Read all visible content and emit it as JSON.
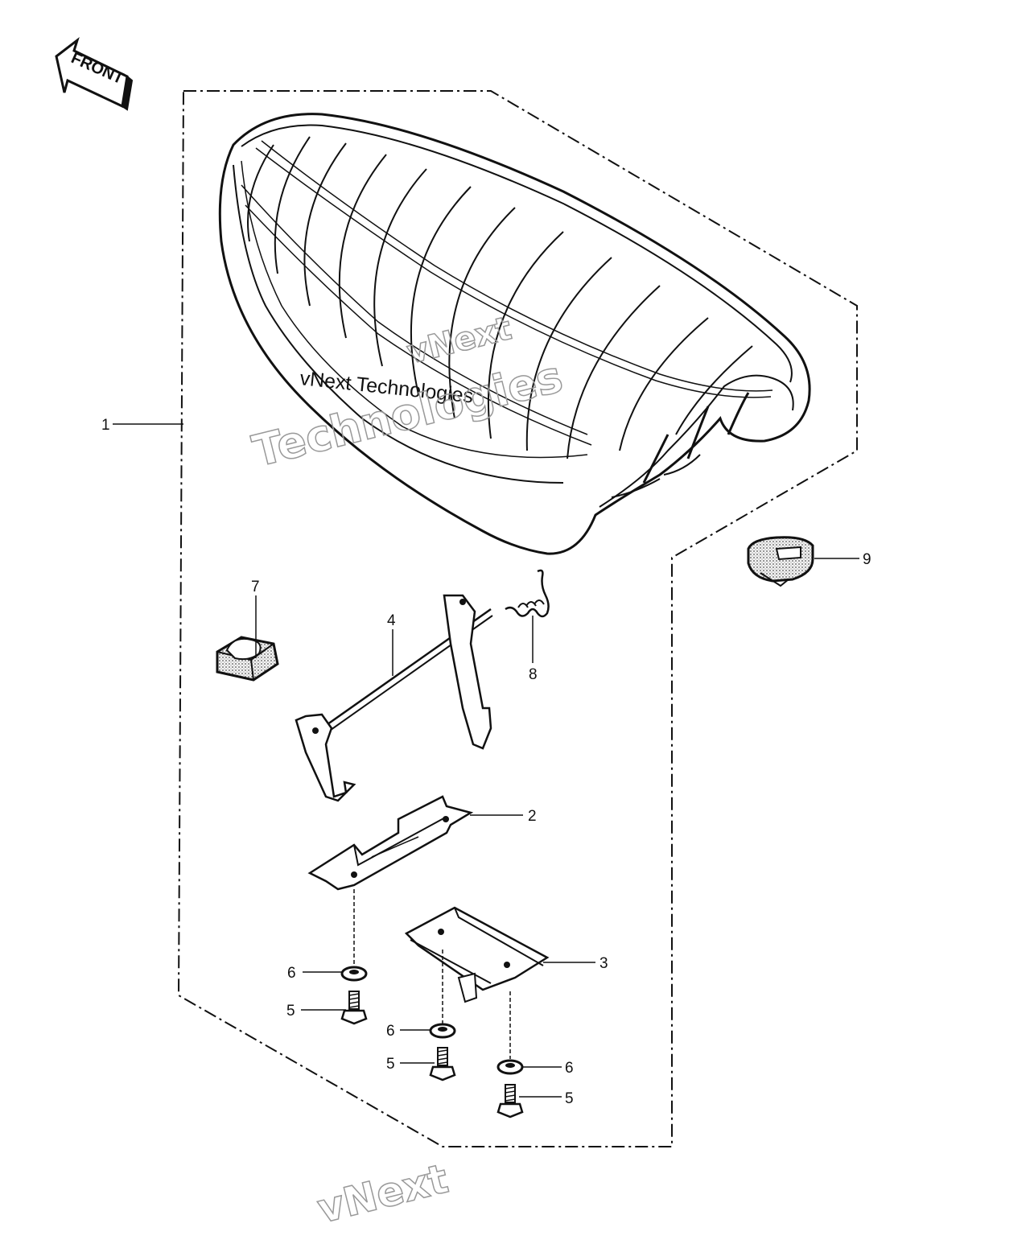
{
  "diagram": {
    "front_label": "FRONT",
    "callouts": {
      "c1": "1",
      "c2": "2",
      "c3": "3",
      "c4": "4",
      "c5a": "5",
      "c5b": "5",
      "c5c": "5",
      "c6a": "6",
      "c6b": "6",
      "c6c": "6",
      "c7": "7",
      "c8": "8",
      "c9": "9"
    },
    "watermarks": {
      "w1": "vNext Technologies",
      "w2": "vNext",
      "w3": "Technologies",
      "w4": "vNext"
    }
  },
  "colors": {
    "ink": "#111111",
    "watermark": "#c8c8c8"
  }
}
